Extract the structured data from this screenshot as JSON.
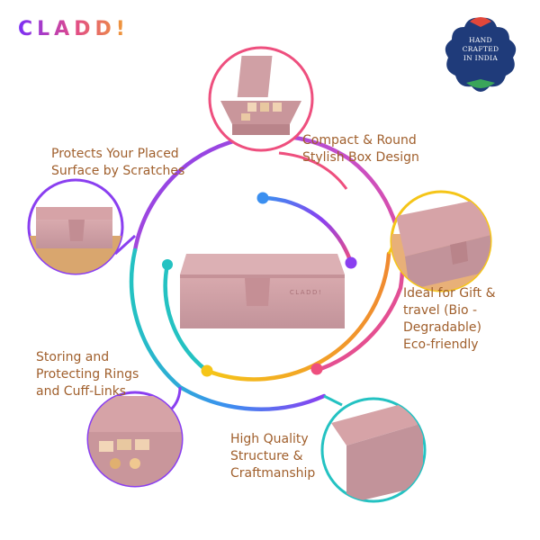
{
  "brand": {
    "logo_text": "CLADD!"
  },
  "badge": {
    "lines": [
      "HAND",
      "CRAFTED",
      "IN INDIA"
    ]
  },
  "box_lid_text": "CLADD!",
  "colors": {
    "box": "#d6a3a7",
    "box_dark": "#b9848a",
    "text": "#a05f2c",
    "ring_purple": "#8a3ff0",
    "ring_blue": "#3b8ff0",
    "ring_teal": "#24c2c2",
    "ring_yellow": "#f5c518",
    "ring_pink": "#ee4f7e",
    "ring_magenta": "#c84fc8",
    "badge_navy": "#1f3b7a"
  },
  "features": [
    {
      "lines": [
        "Compact & Round",
        "Stylish Box Design"
      ]
    },
    {
      "lines": [
        "Protects Your Placed",
        "Surface by Scratches"
      ]
    },
    {
      "lines": [
        "Ideal for Gift &",
        "travel (Bio -",
        "Degradable)",
        "Eco-friendly"
      ]
    },
    {
      "lines": [
        "Storing and",
        "Protecting Rings",
        "and Cuff-Links"
      ]
    },
    {
      "lines": [
        "High Quality",
        "Structure &",
        "Craftmanship"
      ]
    }
  ]
}
